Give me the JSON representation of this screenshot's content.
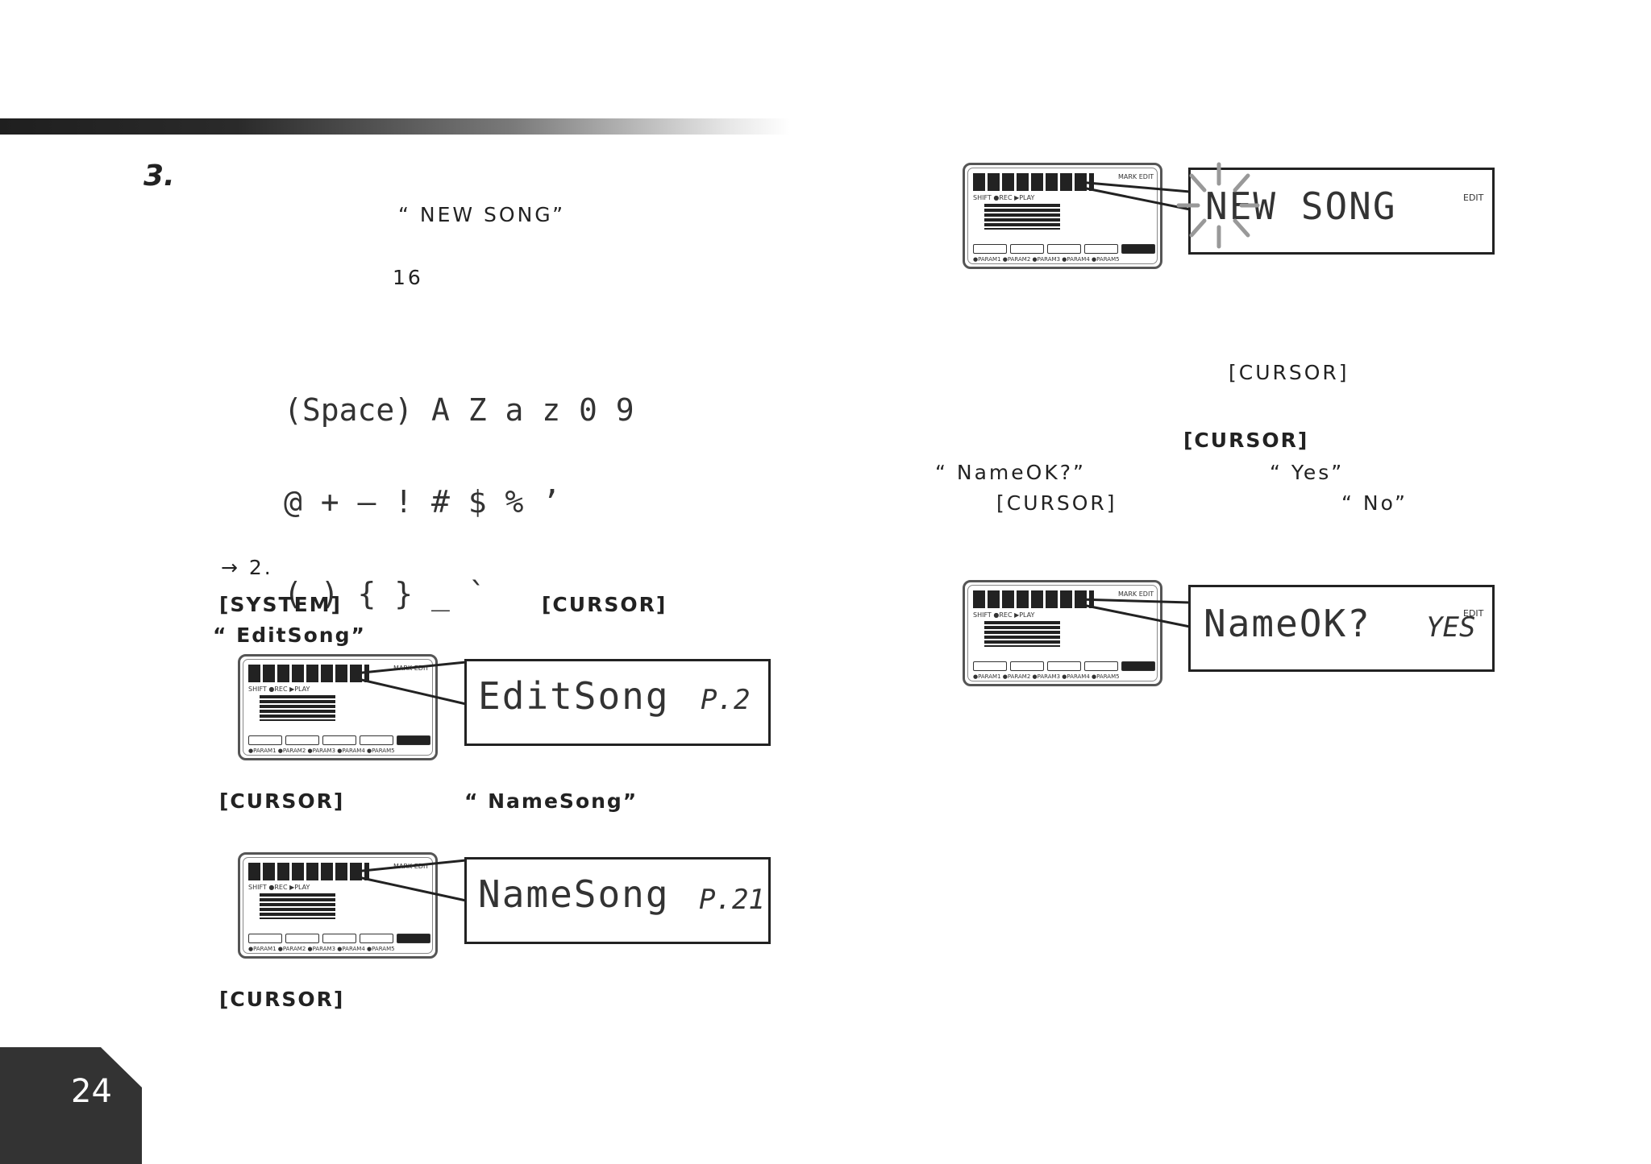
{
  "page": {
    "number": "24"
  },
  "step": {
    "number": "3."
  },
  "left_text": {
    "new_song": "“ NEW SONG”",
    "count": "16",
    "charset_rows": [
      "(Space) A Z a z 0 9",
      "@ + – ! # $ % ’",
      "( ) { } _ `"
    ],
    "arrow_ref": "→ 2.",
    "system": "[SYSTEM]",
    "cursor_1": "[CURSOR]",
    "editsong": "“ EditSong”",
    "cursor_2": "[CURSOR]",
    "namesong": "“ NameSong”",
    "cursor_3": "[CURSOR]"
  },
  "right_text": {
    "cursor_a": "[CURSOR]",
    "cursor_b": "[CURSOR]",
    "nameok_q": "“ NameOK?”",
    "yes": "“ Yes”",
    "cursor_c": "[CURSOR]",
    "no": "“ No”"
  },
  "displays": {
    "editsong": {
      "main": "EditSong",
      "param": "P.2"
    },
    "namesong": {
      "main": "NameSong",
      "param": "P.21"
    },
    "newsong": {
      "main": "NEW SONG",
      "tag": "EDIT"
    },
    "nameok": {
      "main": "NameOK?",
      "param": "YES",
      "tag": "EDIT"
    }
  },
  "lcd_labels": {
    "shift_line": "SHIFT ●REC ▶PLAY",
    "mark_edit": "MARK EDIT",
    "bottom_line": "●PARAM1 ●PARAM2 ●PARAM3 ●PARAM4 ●PARAM5"
  }
}
